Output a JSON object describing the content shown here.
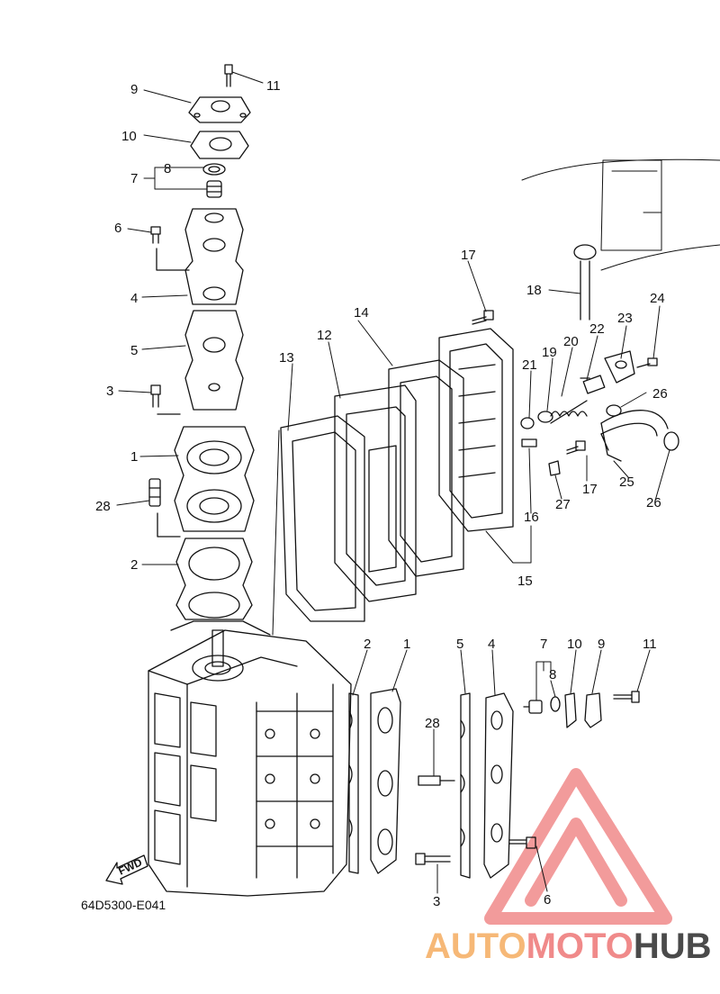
{
  "diagram": {
    "part_code": "64D5300-E041",
    "direction_label": "FWD",
    "watermark": {
      "part1": "AUTO",
      "part2": "MOTO",
      "part3": "HUB"
    },
    "colors": {
      "line": "#111111",
      "wm_orange": "#f6b877",
      "wm_red": "#f08a8a",
      "wm_dark": "#4a4a4a"
    },
    "callouts_left": {
      "n11": "11",
      "n9": "9",
      "n10": "10",
      "n8": "8",
      "n7": "7",
      "n6": "6",
      "n4": "4",
      "n5": "5",
      "n3": "3",
      "n1": "1",
      "n28": "28",
      "n2": "2"
    },
    "callouts_mid": {
      "n17a": "17",
      "n18": "18",
      "n24": "24",
      "n14": "14",
      "n12": "12",
      "n13": "13",
      "n23": "23",
      "n22": "22",
      "n20": "20",
      "n19": "19",
      "n21": "21",
      "n26a": "26",
      "n17b": "17",
      "n25": "25",
      "n26b": "26",
      "n27": "27",
      "n16": "16",
      "n15": "15"
    },
    "callouts_bottom": {
      "n2": "2",
      "n1": "1",
      "n5": "5",
      "n4": "4",
      "n7": "7",
      "n10": "10",
      "n9": "9",
      "n11": "11",
      "n8": "8",
      "n28": "28",
      "n3": "3",
      "n6": "6"
    }
  }
}
